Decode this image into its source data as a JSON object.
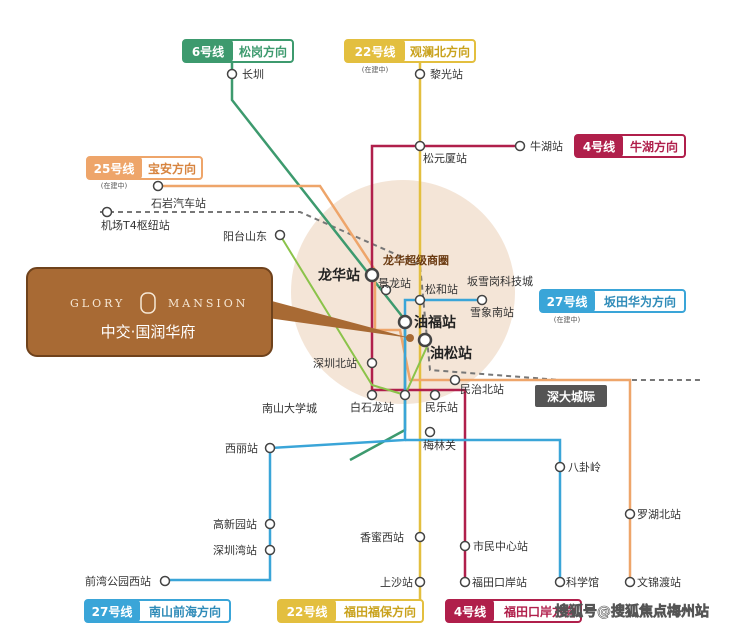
{
  "route_tags": {
    "line6_top": {
      "num": "6号线",
      "dir": "松岗方向",
      "color": "#3d9a6e"
    },
    "line22_top": {
      "num": "22号线",
      "dir": "观澜北方向",
      "color": "#e3bf3f",
      "note": "(在建中)"
    },
    "line25": {
      "num": "25号线",
      "dir": "宝安方向",
      "color": "#eea56a",
      "note": "(在建中)"
    },
    "line4_right": {
      "num": "4号线",
      "dir": "牛湖方向",
      "color": "#b01f4b"
    },
    "line27_right": {
      "num": "27号线",
      "dir": "坂田华为方向",
      "color": "#3aa5d8",
      "note": "(在建中)"
    },
    "line27_bottom": {
      "num": "27号线",
      "dir": "南山前海方向",
      "color": "#3aa5d8"
    },
    "line22_bottom": {
      "num": "22号线",
      "dir": "福田福保方向",
      "color": "#e3bf3f"
    },
    "line4_bottom": {
      "num": "4号线",
      "dir": "福田口岸方向",
      "color": "#b01f4b"
    }
  },
  "stations": {
    "changzhen": "长圳",
    "liguang": "黎光站",
    "niuhu": "牛湖站",
    "songyuansha": "松元厦站",
    "shiyan": "石岩汽车站",
    "jichang_t4": "机场T4枢纽站",
    "yangtaishan": "阳台山东",
    "longhua_mall": "龙华超级商圈",
    "longhua": "龙华站",
    "jinglong": "景龙站",
    "songhe": "松和站",
    "bantian_tech": "坂雪岗科技城",
    "xuexiangnan": "雪象南站",
    "youfu": "油福站",
    "yousong": "油松站",
    "shenzhen_north": "深圳北站",
    "minzhi_north": "民治北站",
    "baishilong": "白石龙站",
    "minle": "民乐站",
    "nanshan_univ": "南山大学城",
    "meilin": "梅林关",
    "xili": "西丽站",
    "bagualing": "八卦岭",
    "gaoxinyuan": "高新园站",
    "luohu_north": "罗湖北站",
    "shenzhenwan": "深圳湾站",
    "xiangmi_west": "香蜜西站",
    "civic_center": "市民中心站",
    "qianwan_park": "前湾公园西站",
    "shangsha": "上沙站",
    "futian_port": "福田口岸站",
    "science_museum": "科学馆",
    "wenjindu": "文锦渡站"
  },
  "intercity_label": "深大城际",
  "project": {
    "name_en": "GLORY MANSION",
    "name_cn": "中交·国润华府"
  },
  "watermark": "搜狐号@搜狐焦点梅州站",
  "colors": {
    "line6": "#3d9a6e",
    "line22": "#e3bf3f",
    "line25": "#eea56a",
    "line4": "#b01f4b",
    "line27": "#3aa5d8",
    "line5": "#8bc34a",
    "intercity": "#777777",
    "callout": "#a86a34",
    "circle": "#f3e2d3"
  }
}
